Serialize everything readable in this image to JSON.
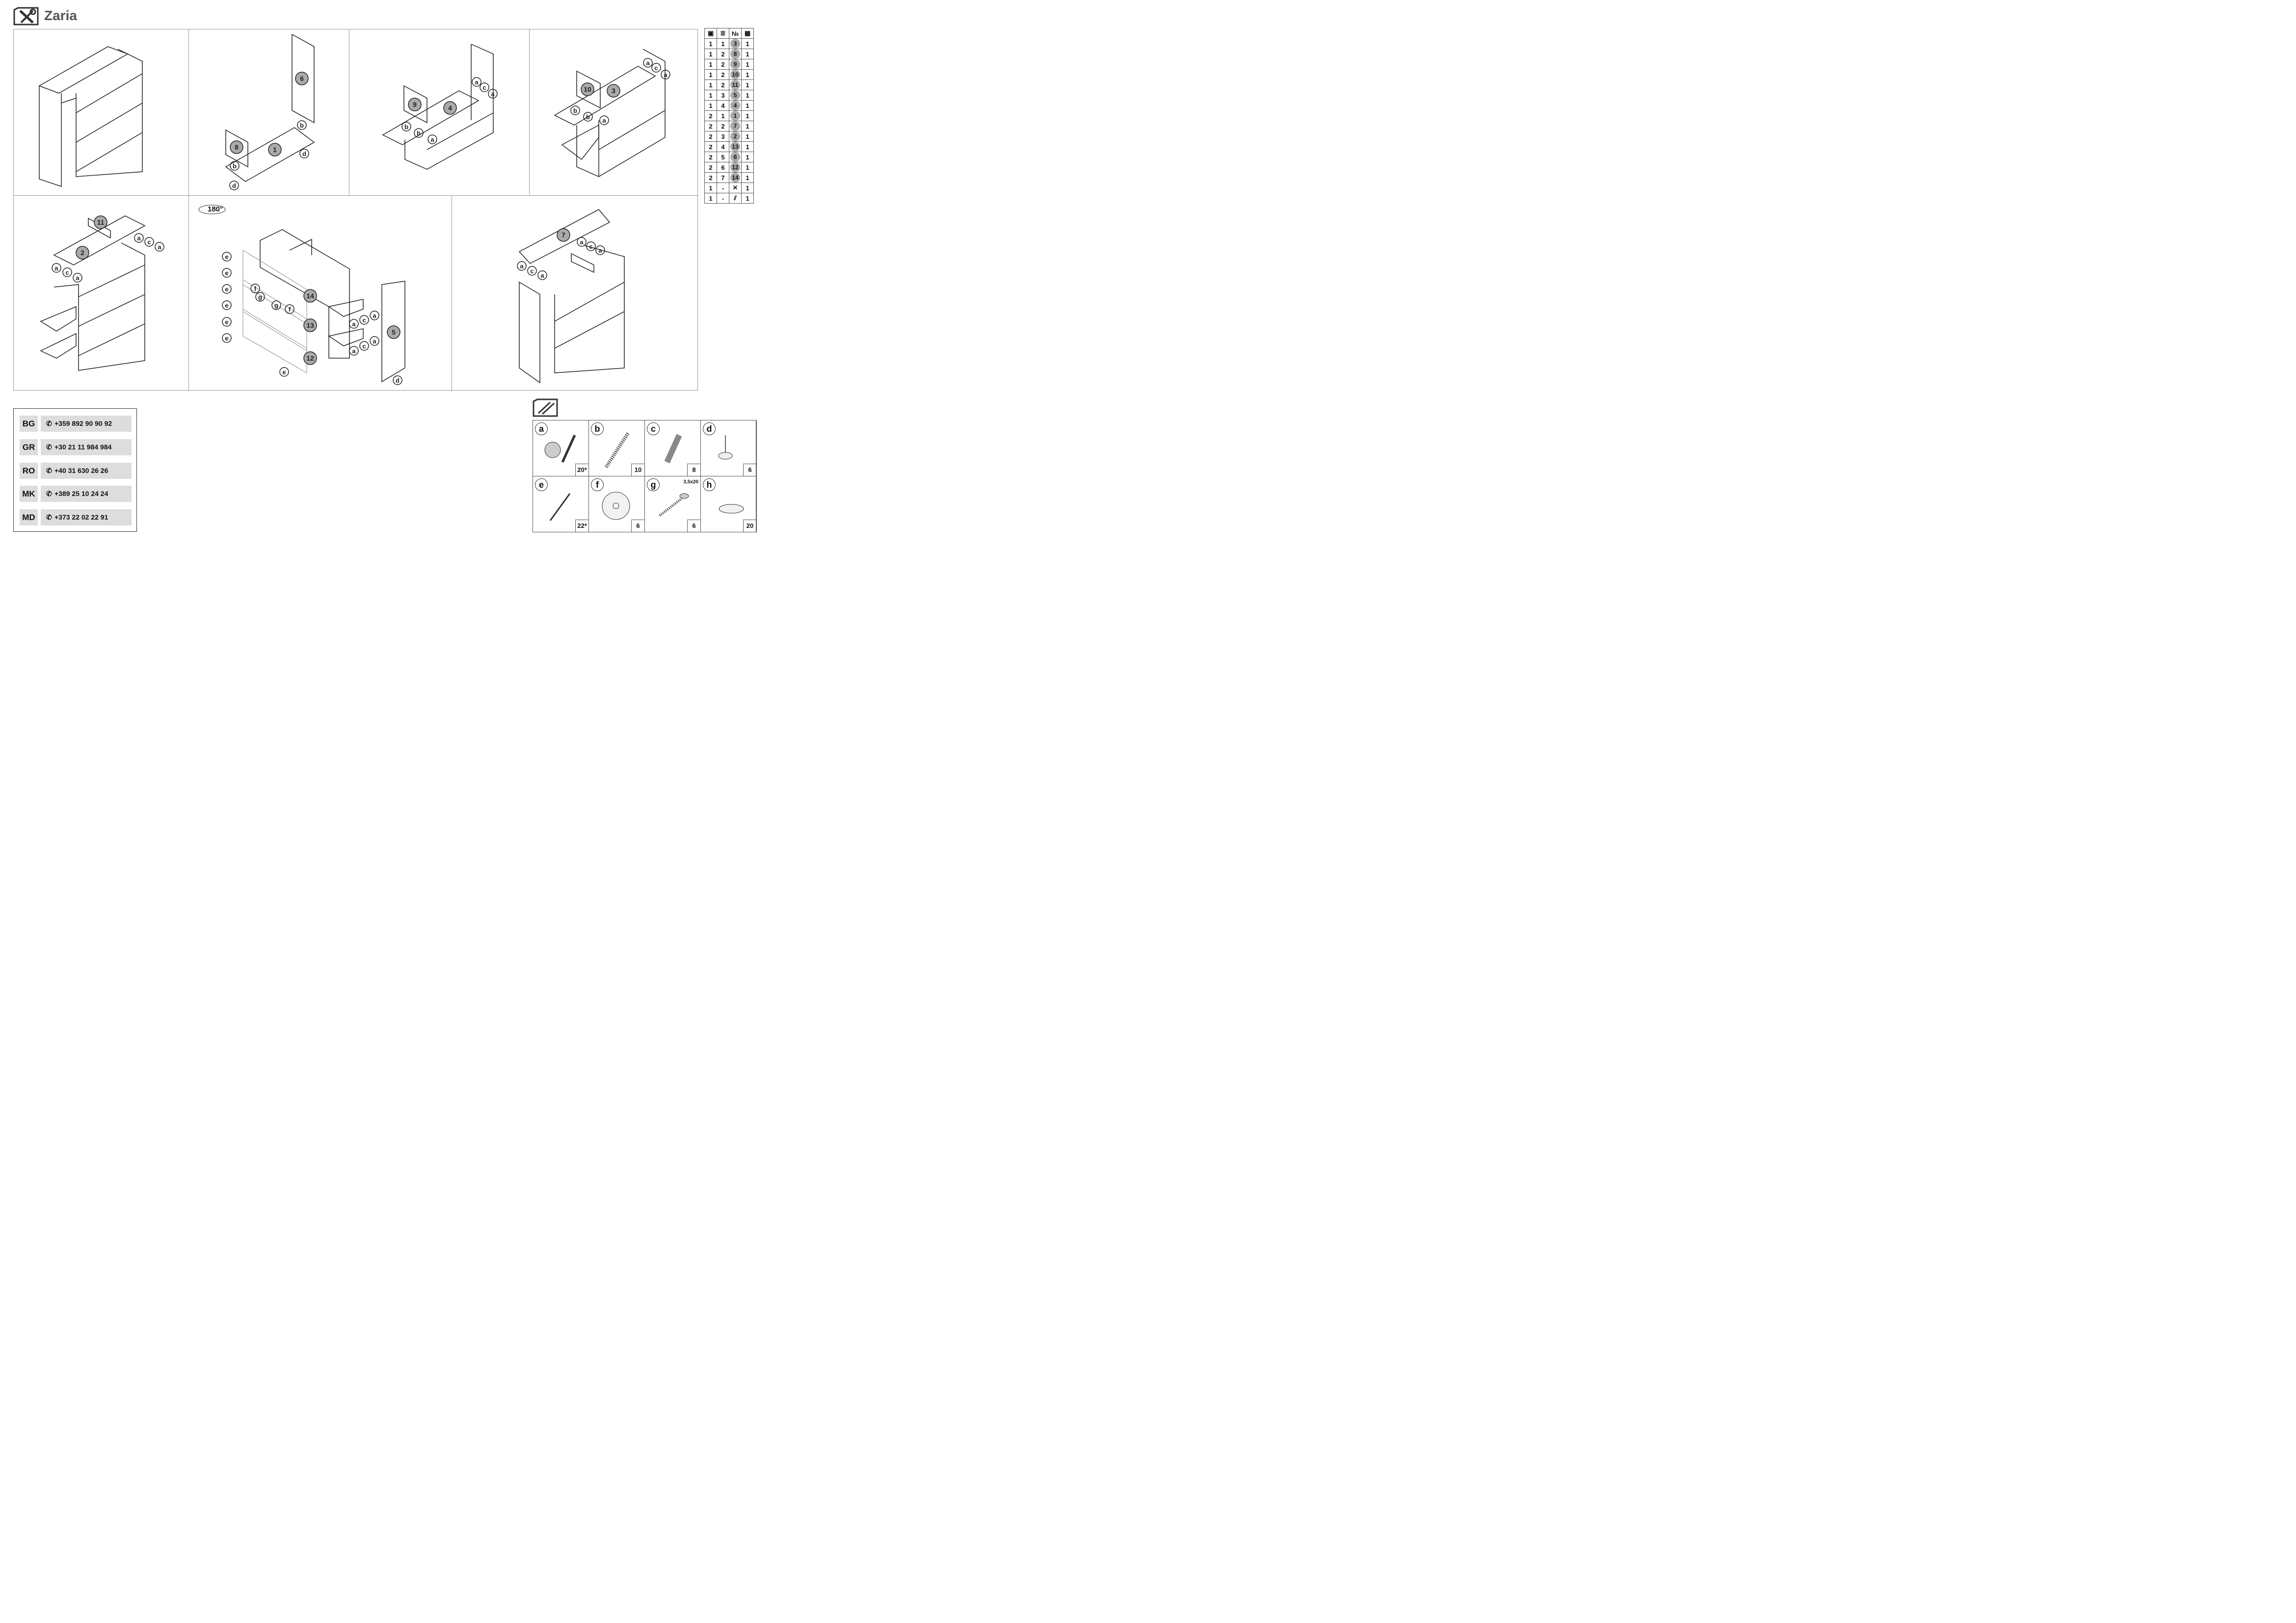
{
  "header": {
    "title": "Zaria"
  },
  "rotation_label": "180°",
  "parts_table": {
    "headers": [
      "box-icon",
      "stack-icon",
      "№",
      "count-icon"
    ],
    "rows": [
      [
        "1",
        "1",
        "3",
        "1"
      ],
      [
        "1",
        "2",
        "8",
        "1"
      ],
      [
        "1",
        "2",
        "9",
        "1"
      ],
      [
        "1",
        "2",
        "10",
        "1"
      ],
      [
        "1",
        "2",
        "11",
        "1"
      ],
      [
        "1",
        "3",
        "5",
        "1"
      ],
      [
        "1",
        "4",
        "4",
        "1"
      ],
      [
        "2",
        "1",
        "1",
        "1"
      ],
      [
        "2",
        "2",
        "7",
        "1"
      ],
      [
        "2",
        "3",
        "2",
        "1"
      ],
      [
        "2",
        "4",
        "13",
        "1"
      ],
      [
        "2",
        "5",
        "6",
        "1"
      ],
      [
        "2",
        "6",
        "12",
        "1"
      ],
      [
        "2",
        "7",
        "14",
        "1"
      ]
    ],
    "accessory_rows": [
      {
        "c1": "1",
        "c2": "-",
        "icon": "tools-icon",
        "c4": "1"
      },
      {
        "c1": "1",
        "c2": "-",
        "icon": "hardware-icon",
        "c4": "1"
      }
    ]
  },
  "contacts": [
    {
      "code": "BG",
      "phone": "+359 892 90 90 92"
    },
    {
      "code": "GR",
      "phone": "+30 21 11 984 984"
    },
    {
      "code": "RO",
      "phone": "+40 31 630 26 26"
    },
    {
      "code": "MK",
      "phone": "+389 25 10 24 24"
    },
    {
      "code": "MD",
      "phone": "+373 22 02 22 91"
    }
  ],
  "hardware": [
    {
      "letter": "a",
      "qty": "20*",
      "icon": "cam-lock-icon"
    },
    {
      "letter": "b",
      "qty": "10",
      "icon": "screw-icon"
    },
    {
      "letter": "c",
      "qty": "8",
      "icon": "dowel-icon"
    },
    {
      "letter": "d",
      "qty": "6",
      "icon": "glide-icon"
    },
    {
      "letter": "e",
      "qty": "22*",
      "icon": "nail-icon"
    },
    {
      "letter": "f",
      "qty": "6",
      "icon": "washer-icon"
    },
    {
      "letter": "g",
      "qty": "6",
      "icon": "screw-icon",
      "size": "3,5x20"
    },
    {
      "letter": "h",
      "qty": "20",
      "icon": "cap-icon"
    }
  ],
  "step_labels": {
    "step2": [
      "6",
      "1",
      "8"
    ],
    "step3": [
      "9",
      "4"
    ],
    "step4": [
      "10",
      "3"
    ],
    "step5": [
      "11",
      "2"
    ],
    "step6": [
      "14",
      "13",
      "12",
      "5"
    ],
    "step7": [
      "7"
    ],
    "fittings": {
      "a": "a",
      "b": "b",
      "c": "c",
      "d": "d",
      "e": "e",
      "f": "f",
      "g": "g"
    }
  }
}
